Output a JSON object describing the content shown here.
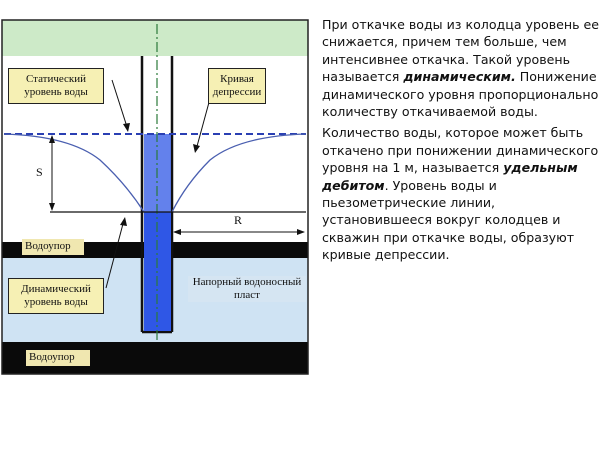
{
  "diagram": {
    "static_level_label": "Статический уровень воды",
    "depression_curve_label": "Кривая депрессии",
    "s_label": "S",
    "r_label": "R",
    "aquitard_top_label": "Водоупор",
    "dynamic_level_label": "Динамический уровень воды",
    "pressure_aquifer_label": "Напорный водоносный пласт",
    "aquitard_bottom_label": "Водоупор",
    "colors": {
      "surface_green": "#cdeac8",
      "groundwater_blue": "#cfe3f3",
      "aquitard_black": "#0a0a0a",
      "well_water_blue": "#2f57e6",
      "static_level_dash": "#2a3fb3",
      "depression_curve": "#4a5fb0"
    }
  },
  "text": {
    "p1_before": "При откачке воды из колодца уровень ее снижается, причем тем больше, чем интенсивнее откачка. Такой уровень называется ",
    "p1_term": "динамическим.",
    "p1_after": " Понижение динамического уровня пропорционально количеству откачиваемой воды.",
    "p2_before": "Количество воды, которое может быть откачено при понижении динамического уровня на 1 м, называется ",
    "p2_term": "удельным дебитом",
    "p2_after": ". Уровень воды и пьезометрические линии, установившееся вокруг колодцев и скважин при откачке воды, образуют кривые депрессии."
  }
}
